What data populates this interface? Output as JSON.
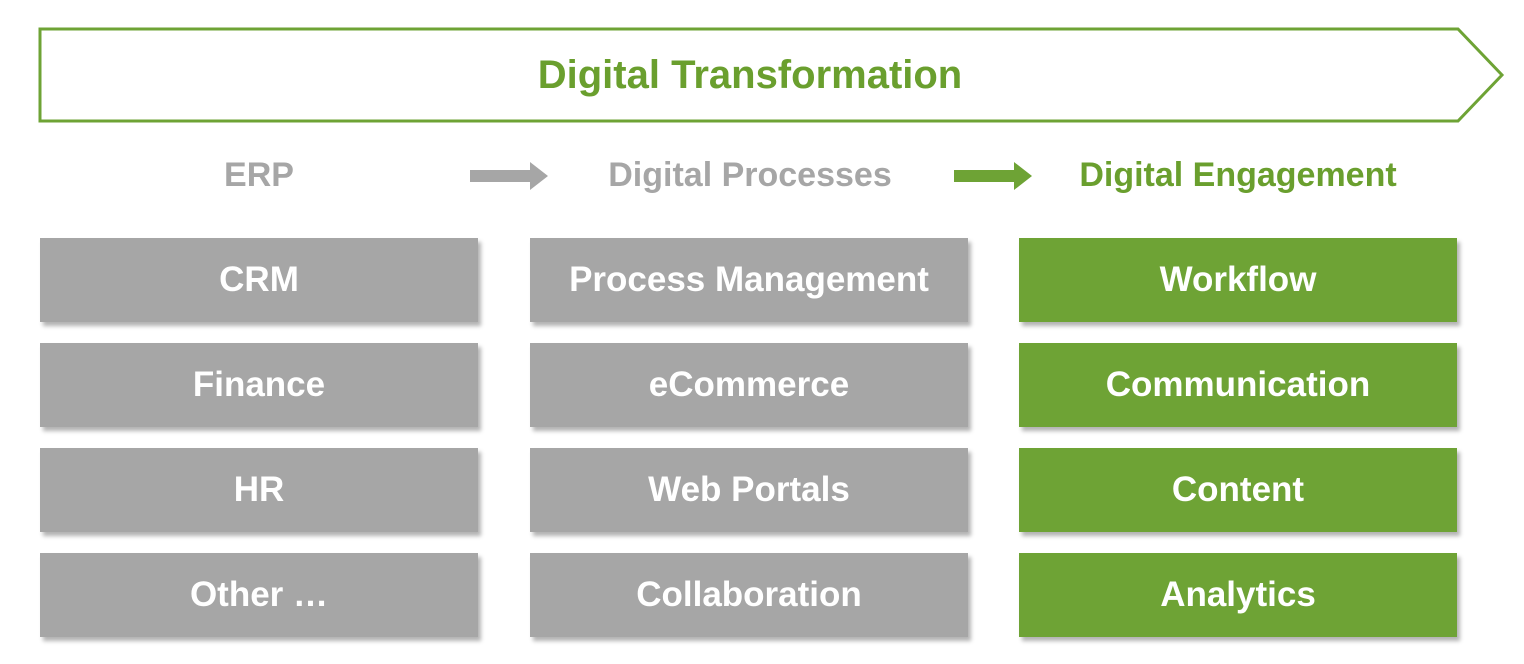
{
  "banner": {
    "title": "Digital Transformation",
    "color": "#6a9f2e"
  },
  "stages": [
    {
      "label": "ERP",
      "color": "#a6a6a6"
    },
    {
      "label": "Digital Processes",
      "color": "#a6a6a6"
    },
    {
      "label": "Digital Engagement",
      "color": "#6a9f2e"
    }
  ],
  "arrows": [
    {
      "icon": "right-arrow-icon",
      "color": "#a6a6a6"
    },
    {
      "icon": "right-arrow-icon",
      "color": "#6ea335"
    }
  ],
  "columns": [
    {
      "items": [
        "CRM",
        "Finance",
        "HR",
        "Other …"
      ],
      "color": "#a6a6a6"
    },
    {
      "items": [
        "Process Management",
        "eCommerce",
        "Web Portals",
        "Collaboration"
      ],
      "color": "#a6a6a6"
    },
    {
      "items": [
        "Workflow",
        "Communication",
        "Content",
        "Analytics"
      ],
      "color": "#6ea335"
    }
  ]
}
